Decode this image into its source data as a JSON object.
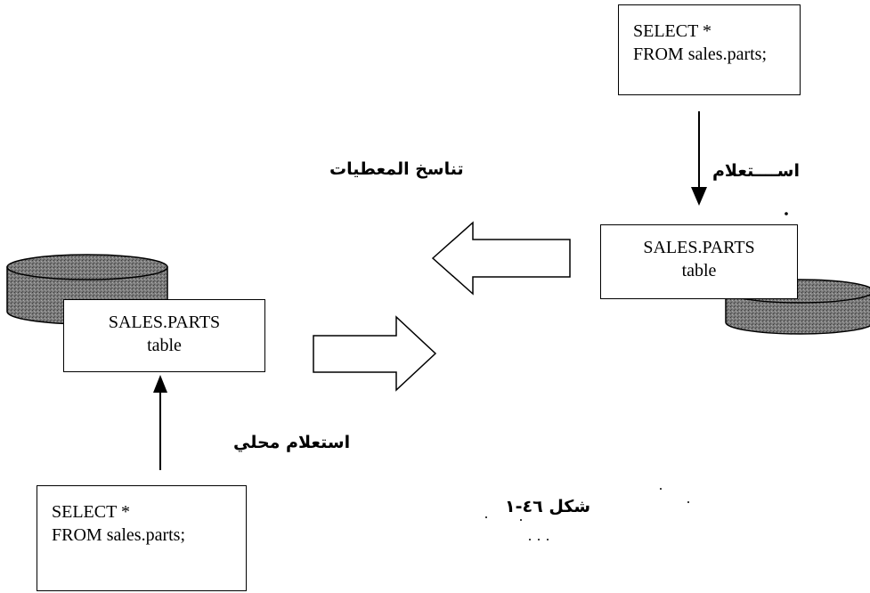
{
  "remote_query": {
    "line1": "SELECT *",
    "line2": "FROM sales.parts;"
  },
  "remote_table": {
    "line1": "SALES.PARTS",
    "line2": "table"
  },
  "local_table": {
    "line1": "SALES.PARTS",
    "line2": "table"
  },
  "local_query": {
    "line1": "SELECT *",
    "line2": "FROM sales.parts;"
  },
  "labels": {
    "query": "اســــتعلام",
    "replication": "تناسخ المعطيات",
    "local_query": "استعلام محلي",
    "figure_caption": "شكل ٤٦-١"
  },
  "colors": {
    "stroke": "#000000",
    "background": "#ffffff",
    "disk_fill": "#7a7a7a"
  }
}
